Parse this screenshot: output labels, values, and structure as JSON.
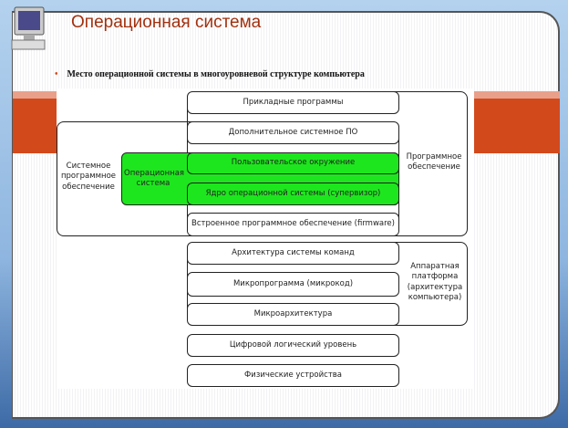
{
  "title": "Операционная система",
  "bullet": "Место операционной системы в многоуровневой  структуре компьютера",
  "diagram": {
    "applications": "Прикладные программы",
    "extra_system_software": "Дополнительное системное ПО",
    "user_environment": "Пользовательское окружение",
    "kernel": "Ядро операционной системы (супервизор)",
    "firmware": "Встроенное программное обеспечение (firmware)",
    "system_software": "Системное программное обеспечение",
    "operating_system": "Операционная система",
    "software": "Программное обеспечение",
    "isa": "Архитектура системы команд",
    "microprogram": "Микропрограмма (микрокод)",
    "microarchitecture": "Микроархитектура",
    "hardware_platform": "Аппаратная платформа (архитектура компьютера)",
    "digital_logic": "Цифровой логический уровень",
    "physical_devices": "Физические устройства"
  },
  "colors": {
    "accent": "#d2491c",
    "title": "#a2300e",
    "os_green": "#1ee61e"
  }
}
